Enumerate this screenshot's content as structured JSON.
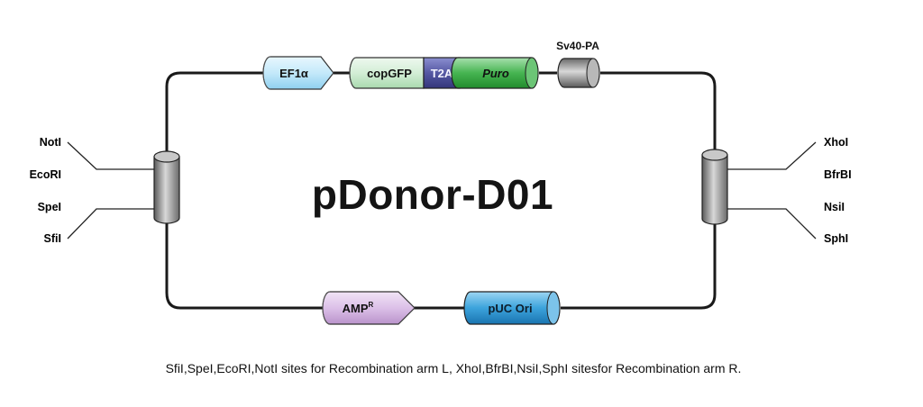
{
  "plasmid_name": "pDonor-D01",
  "left_sites": [
    "NotI",
    "EcoRI",
    "SpeI",
    "SfiI"
  ],
  "right_sites": [
    "XhoI",
    "BfrBI",
    "NsiI",
    "SphI"
  ],
  "features": {
    "ef1a": "EF1α",
    "copgfp": "copGFP",
    "t2a": "T2A",
    "puro": "Puro",
    "sv40pa": "Sv40-PA",
    "amp": "AMP",
    "amp_superscript": "R",
    "puc_ori": "pUC Ori"
  },
  "colors": {
    "ef1a": "#c9ecfb",
    "copgfp": "#d6efd9",
    "t2a": "#5b5ea6",
    "puro": "#3fae4a",
    "sv40pa": "#8a8a8a",
    "amp": "#d9b8e6",
    "puc_ori": "#3ca3dc",
    "arm": "#9a9a9a"
  },
  "caption": "SfiI,SpeI,EcoRI,NotI sites for Recombination arm L, XhoI,BfrBI,NsiI,SphI sitesfor Recombination arm R."
}
